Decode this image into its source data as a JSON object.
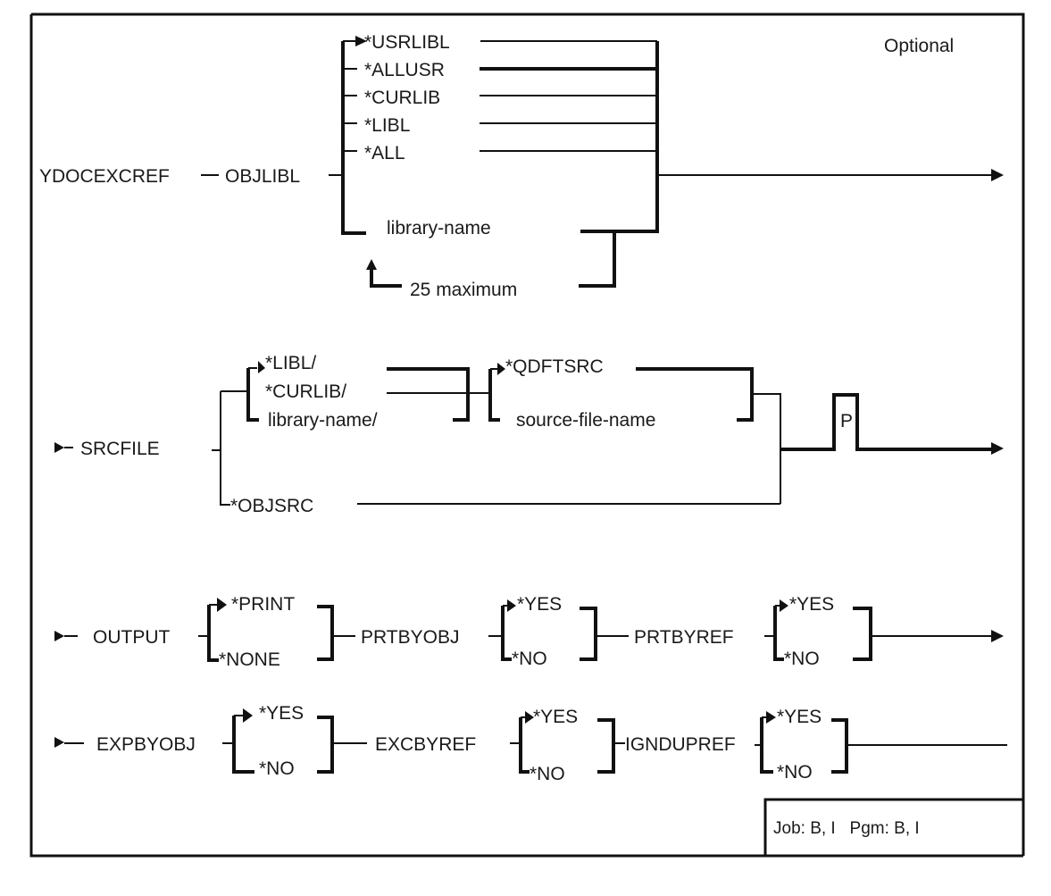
{
  "diagram": {
    "kind": "command syntax diagram",
    "corner_label": "Optional",
    "command": "YDOCEXCREF",
    "rows": {
      "objlibl": {
        "keyword": "OBJLIBL",
        "options": [
          "*USRLIBL",
          "*ALLUSR",
          "*CURLIB",
          "*LIBL",
          "*ALL"
        ],
        "default": "*USRLIBL",
        "variable": "library-name",
        "repeat_label": "25 maximum"
      },
      "srcfile": {
        "keyword": "SRCFILE",
        "library_options": [
          "*LIBL/",
          "*CURLIB/",
          "library-name/"
        ],
        "library_default": "*LIBL/",
        "file_options": [
          "*QDFTSRC",
          "source-file-name"
        ],
        "file_default": "*QDFTSRC",
        "alternate": "*OBJSRC",
        "positional_marker": "P"
      },
      "output_row": {
        "params": [
          {
            "keyword": "OUTPUT",
            "options": [
              "*PRINT",
              "*NONE"
            ],
            "default": "*PRINT"
          },
          {
            "keyword": "PRTBYOBJ",
            "options": [
              "*YES",
              "*NO"
            ],
            "default": "*YES"
          },
          {
            "keyword": "PRTBYREF",
            "options": [
              "*YES",
              "*NO"
            ],
            "default": "*YES"
          }
        ]
      },
      "exp_row": {
        "params": [
          {
            "keyword": "EXPBYOBJ",
            "options": [
              "*YES",
              "*NO"
            ],
            "default": "*YES"
          },
          {
            "keyword": "EXCBYREF",
            "options": [
              "*YES",
              "*NO"
            ],
            "default": "*YES"
          },
          {
            "keyword": "IGNDUPREF",
            "options": [
              "*YES",
              "*NO"
            ],
            "default": "*YES"
          }
        ]
      }
    },
    "threadsafe_box": "Job: B, I   Pgm: B, I"
  }
}
